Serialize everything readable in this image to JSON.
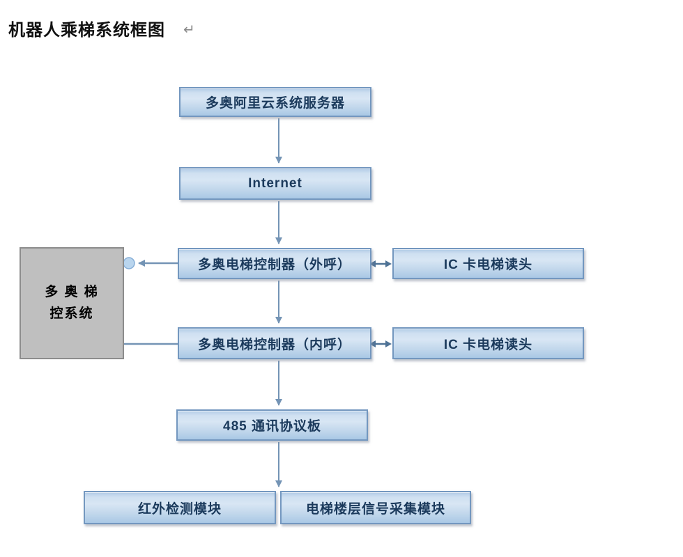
{
  "page": {
    "title": "机器人乘梯系统框图",
    "paragraph_mark": "↵"
  },
  "diagram": {
    "nodes": {
      "server": {
        "label": "多奥阿里云系统服务器"
      },
      "internet": {
        "label": "Internet"
      },
      "outcall_controller": {
        "label": "多奥电梯控制器（外呼）"
      },
      "ic_reader_top": {
        "label": "IC 卡电梯读头"
      },
      "incall_controller": {
        "label": "多奥电梯控制器（内呼）"
      },
      "ic_reader_bottom": {
        "label": "IC 卡电梯读头"
      },
      "protocol_board": {
        "label": "485 通讯协议板"
      },
      "infrared_module": {
        "label": "红外检测模块"
      },
      "floor_signal_module": {
        "label": "电梯楼层信号采集模块"
      },
      "elevator_control_system": {
        "label_line1": "多 奥 梯",
        "label_line2": "控系统"
      }
    },
    "colors": {
      "node_fill_light": "#d8e6f4",
      "node_fill_dark": "#a9c8e5",
      "node_border": "#7397bf",
      "node_text": "#1b3a5c",
      "gray_fill": "#bfbfbf",
      "gray_border": "#8c8c8c",
      "arrow": "#7494b5",
      "double_arrow": "#4f7396",
      "circle_fill": "#b9d5ee",
      "circle_border": "#86aed7"
    }
  }
}
